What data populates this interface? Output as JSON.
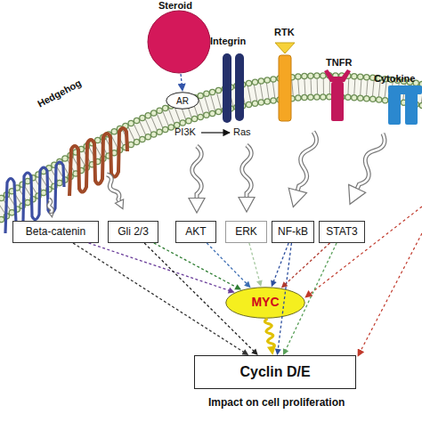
{
  "diagram": {
    "nodes": [
      {
        "text": [
          "AR"
        ]
      },
      {
        "text": [
          "Beta-catenin"
        ]
      },
      {
        "text": [
          "Gli 2/3"
        ]
      },
      {
        "text": [
          "AKT"
        ]
      },
      {
        "text": [
          "ERK"
        ]
      },
      {
        "text": [
          "NF-kB"
        ]
      },
      {
        "text": [
          "STAT3"
        ]
      },
      {
        "text": [
          "MYC"
        ]
      },
      {
        "text": [
          "Cyclin D/E"
        ]
      }
    ],
    "edges": [
      {
        "from": 1,
        "to": 7,
        "arrow": "to"
      },
      {
        "from": 1,
        "to": 8,
        "arrow": "to"
      },
      {
        "from": 2,
        "to": 7,
        "arrow": "to"
      },
      {
        "from": 2,
        "to": 8,
        "arrow": "to"
      },
      {
        "from": 3,
        "to": 7,
        "arrow": "to"
      },
      {
        "from": 4,
        "to": 7,
        "arrow": "to"
      },
      {
        "from": 5,
        "to": 7,
        "arrow": "to"
      },
      {
        "from": 5,
        "to": 8,
        "arrow": "to"
      },
      {
        "from": 6,
        "to": 7,
        "arrow": "to"
      },
      {
        "from": 6,
        "to": 8,
        "arrow": "to"
      },
      {
        "from": 7,
        "to": 8,
        "arrow": "to"
      }
    ],
    "labels": [
      "Steroid",
      "Hedgehog",
      "Integrin",
      "RTK",
      "TNFR",
      "Cytokine",
      "PI3K",
      "Ras",
      "Impact on cell proliferation"
    ]
  }
}
